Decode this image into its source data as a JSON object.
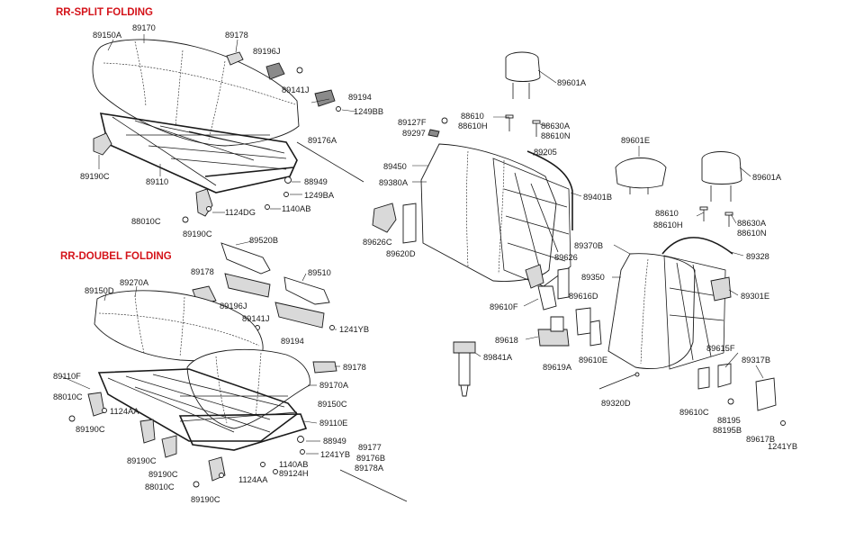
{
  "sections": {
    "split_folding": "RR-SPLIT FOLDING",
    "double_folding": "RR-DOUBEL FOLDING"
  },
  "colors": {
    "title": "#d4131a",
    "ink": "#1a1a1a",
    "background": "#ffffff"
  },
  "labels": {
    "l_89150A": "89150A",
    "l_89170": "89170",
    "l_89178_a": "89178",
    "l_89196J_a": "89196J",
    "l_89141J_a": "89141J",
    "l_89194_a": "89194",
    "l_1249BB": "1249BB",
    "l_89176A": "89176A",
    "l_89190C_a": "89190C",
    "l_89110": "89110",
    "l_88949_a": "88949",
    "l_1249BA": "1249BA",
    "l_1124DG": "1124DG",
    "l_1140AB_a": "1140AB",
    "l_88010C_a": "88010C",
    "l_89190C_b": "89190C",
    "l_89520B": "89520B",
    "l_89178_b": "89178",
    "l_89510": "89510",
    "l_89270A": "89270A",
    "l_89150D": "89150D",
    "l_89196J_b": "89196J",
    "l_89141J_b": "89141J",
    "l_89194_b": "89194",
    "l_1241YB_a": "1241YB",
    "l_89178_c": "89178",
    "l_89110F": "89110F",
    "l_89170A": "89170A",
    "l_88010C_b": "88010C",
    "l_1124AA_a": "1124AA",
    "l_89150C": "89150C",
    "l_89190C_c": "89190C",
    "l_89110E": "89110E",
    "l_88949_b": "88949",
    "l_89177": "89177",
    "l_89176B": "89176B",
    "l_89178A": "89178A",
    "l_1241YB_b": "1241YB",
    "l_1140AB_b": "1140AB",
    "l_89124H": "89124H",
    "l_89190C_d": "89190C",
    "l_89190C_e": "89190C",
    "l_88010C_c": "88010C",
    "l_1124AA_b": "1124AA",
    "l_89190C_f": "89190C",
    "l_89601A_a": "89601A",
    "l_89127F": "89127F",
    "l_88610_a": "88610",
    "l_88610H_a": "88610H",
    "l_89297": "89297",
    "l_88630A_a": "88630A",
    "l_88610N_a": "88610N",
    "l_89205": "89205",
    "l_89450": "89450",
    "l_89380A": "89380A",
    "l_89401B": "89401B",
    "l_89626C": "89626C",
    "l_89620D": "89620D",
    "l_89601E": "89601E",
    "l_89601A_b": "89601A",
    "l_88610_b": "88610",
    "l_88610H_b": "88610H",
    "l_88630A_b": "88630A",
    "l_88610N_b": "88610N",
    "l_89370B": "89370B",
    "l_89328": "89328",
    "l_89626": "89626",
    "l_89350": "89350",
    "l_89301E": "89301E",
    "l_89616D": "89616D",
    "l_89610F": "89610F",
    "l_89618": "89618",
    "l_89841A": "89841A",
    "l_89619A": "89619A",
    "l_89610E": "89610E",
    "l_89615F": "89615F",
    "l_89317B": "89317B",
    "l_89320D": "89320D",
    "l_89610C": "89610C",
    "l_88195": "88195",
    "l_88195B": "88195B",
    "l_89617B": "89617B",
    "l_1241YB_c": "1241YB"
  }
}
